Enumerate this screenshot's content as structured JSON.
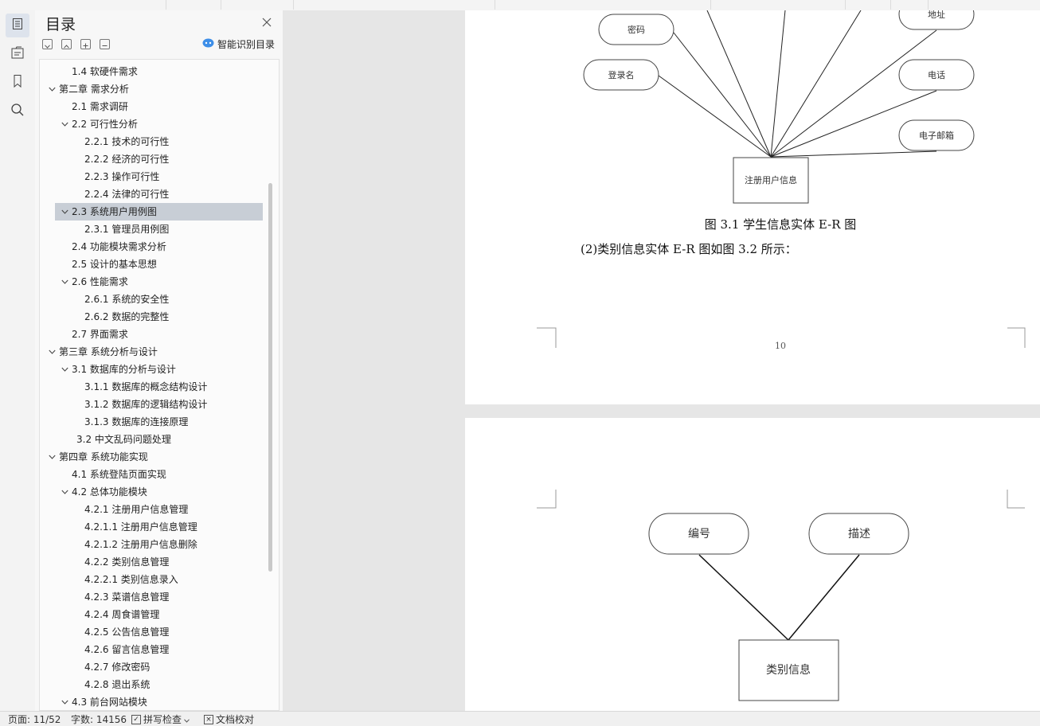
{
  "toc": {
    "title": "目录",
    "smart_label": "智能识别目录",
    "items": [
      {
        "label": "1.4 软硬件需求",
        "level": 2,
        "chevron": false,
        "selected": false
      },
      {
        "label": "第二章  需求分析",
        "level": 1,
        "chevron": true,
        "selected": false
      },
      {
        "label": "2.1 需求调研",
        "level": 2,
        "chevron": false,
        "selected": false
      },
      {
        "label": "2.2 可行性分析",
        "level": 2,
        "chevron": true,
        "selected": false
      },
      {
        "label": "2.2.1 技术的可行性",
        "level": 3,
        "chevron": false,
        "selected": false
      },
      {
        "label": "2.2.2 经济的可行性",
        "level": 3,
        "chevron": false,
        "selected": false
      },
      {
        "label": "2.2.3 操作可行性",
        "level": 3,
        "chevron": false,
        "selected": false
      },
      {
        "label": "2.2.4 法律的可行性",
        "level": 3,
        "chevron": false,
        "selected": false
      },
      {
        "label": "2.3 系统用户用例图",
        "level": 2,
        "chevron": true,
        "selected": true
      },
      {
        "label": "2.3.1 管理员用例图",
        "level": 3,
        "chevron": false,
        "selected": false
      },
      {
        "label": "2.4 功能模块需求分析",
        "level": 2,
        "chevron": false,
        "selected": false
      },
      {
        "label": "2.5 设计的基本思想",
        "level": 2,
        "chevron": false,
        "selected": false
      },
      {
        "label": "2.6 性能需求",
        "level": 2,
        "chevron": true,
        "selected": false
      },
      {
        "label": "2.6.1 系统的安全性",
        "level": 3,
        "chevron": false,
        "selected": false
      },
      {
        "label": "2.6.2 数据的完整性",
        "level": 3,
        "chevron": false,
        "selected": false
      },
      {
        "label": "2.7 界面需求",
        "level": 2,
        "chevron": false,
        "selected": false
      },
      {
        "label": "第三章  系统分析与设计",
        "level": 1,
        "chevron": true,
        "selected": false
      },
      {
        "label": "3.1 数据库的分析与设计",
        "level": 2,
        "chevron": true,
        "selected": false
      },
      {
        "label": "3.1.1 数据库的概念结构设计",
        "level": 3,
        "chevron": false,
        "selected": false
      },
      {
        "label": "3.1.2 数据库的逻辑结构设计",
        "level": 3,
        "chevron": false,
        "selected": false
      },
      {
        "label": "3.1.3 数据库的连接原理",
        "level": 3,
        "chevron": false,
        "selected": false
      },
      {
        "label": "3.2 中文乱码问题处理",
        "level": 2.4,
        "chevron": false,
        "selected": false
      },
      {
        "label": "第四章  系统功能实现",
        "level": 1,
        "chevron": true,
        "selected": false
      },
      {
        "label": "4.1 系统登陆页面实现",
        "level": 2,
        "chevron": false,
        "selected": false
      },
      {
        "label": "4.2 总体功能模块",
        "level": 2,
        "chevron": true,
        "selected": false
      },
      {
        "label": "4.2.1 注册用户信息管理",
        "level": 3,
        "chevron": false,
        "selected": false
      },
      {
        "label": "4.2.1.1 注册用户信息管理",
        "level": 3,
        "chevron": false,
        "selected": false
      },
      {
        "label": "4.2.1.2 注册用户信息删除",
        "level": 3,
        "chevron": false,
        "selected": false
      },
      {
        "label": "4.2.2 类别信息管理",
        "level": 3,
        "chevron": false,
        "selected": false
      },
      {
        "label": "4.2.2.1 类别信息录入",
        "level": 3,
        "chevron": false,
        "selected": false
      },
      {
        "label": "4.2.3 菜谱信息管理",
        "level": 3,
        "chevron": false,
        "selected": false
      },
      {
        "label": "4.2.4 周食谱管理",
        "level": 3,
        "chevron": false,
        "selected": false
      },
      {
        "label": "4.2.5 公告信息管理",
        "level": 3,
        "chevron": false,
        "selected": false
      },
      {
        "label": "4.2.6 留言信息管理",
        "level": 3,
        "chevron": false,
        "selected": false
      },
      {
        "label": "4.2.7 修改密码",
        "level": 3,
        "chevron": false,
        "selected": false
      },
      {
        "label": "4.2.8 退出系统",
        "level": 3,
        "chevron": false,
        "selected": false
      },
      {
        "label": "4.3 前台网站模块",
        "level": 2,
        "chevron": true,
        "selected": false
      }
    ]
  },
  "page1": {
    "er_attrs": {
      "mima": "密码",
      "dengluming": "登录名",
      "dizhi": "地址",
      "dianhua": "电话",
      "youxiang": "电子邮箱"
    },
    "entity": "注册用户信息",
    "caption": "图 3.1  学生信息实体 E-R 图",
    "paragraph": "(2)类别信息实体 E-R 图如图 3.2 所示：",
    "page_number": "10"
  },
  "page2": {
    "er_attrs": {
      "bianhao": "编号",
      "miaoshu": "描述"
    },
    "entity": "类别信息"
  },
  "status": {
    "page": "页面: 11/52",
    "words": "字数: 14156",
    "spell": "拼写检查",
    "proof": "文档校对"
  },
  "colors": {
    "selected_row": "#c8ced6",
    "smart_icon": "#3d8ee8"
  }
}
